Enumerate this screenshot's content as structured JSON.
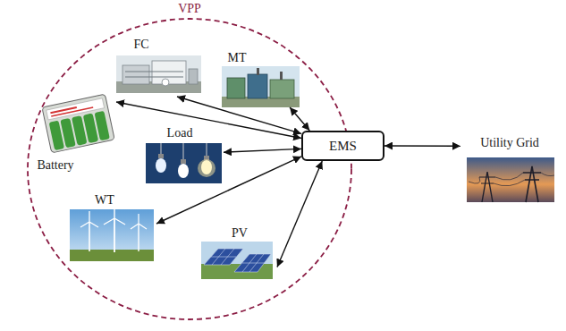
{
  "diagram": {
    "nodes": [
      {
        "text": [
          "VPP"
        ]
      },
      {
        "text": [
          "FC"
        ],
        "in": 0
      },
      {
        "text": [
          "MT"
        ],
        "in": 0
      },
      {
        "text": [
          "Battery"
        ],
        "in": 0
      },
      {
        "text": [
          "Load"
        ],
        "in": 0
      },
      {
        "text": [
          "WT"
        ],
        "in": 0
      },
      {
        "text": [
          "PV"
        ],
        "in": 0
      },
      {
        "text": [
          "EMS"
        ]
      },
      {
        "text": [
          "Utility Grid"
        ]
      }
    ],
    "edges": [
      {
        "from": 7,
        "to": 1,
        "arrow": "both"
      },
      {
        "from": 7,
        "to": 2,
        "arrow": "both"
      },
      {
        "from": 7,
        "to": 3,
        "arrow": "both"
      },
      {
        "from": 7,
        "to": 4,
        "arrow": "both"
      },
      {
        "from": 7,
        "to": 5,
        "arrow": "both"
      },
      {
        "from": 7,
        "to": 6,
        "arrow": "both"
      },
      {
        "from": 7,
        "to": 8,
        "arrow": "both"
      }
    ]
  }
}
